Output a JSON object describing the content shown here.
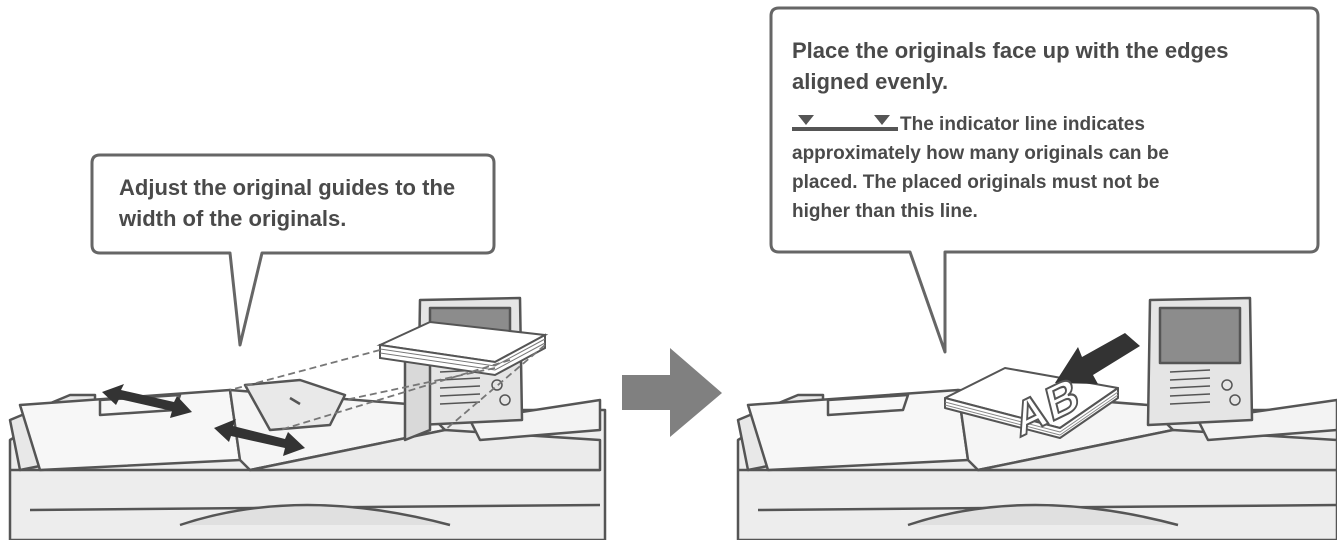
{
  "left_panel": {
    "callout": "Adjust the original guides to the width of the originals."
  },
  "right_panel": {
    "callout_heading": "Place the originals face up with the edges aligned evenly.",
    "callout_body": "The indicator line indicates approximately how many originals can be placed. The placed originals must not be higher than this line.",
    "indicator_icon": "indicator-line-icon",
    "document_text": "AB"
  },
  "colors": {
    "outline": "#555555",
    "arrow_fill": "#808080",
    "screen_fill": "#8c8c8c",
    "body_fill": "#f2f2f2"
  }
}
